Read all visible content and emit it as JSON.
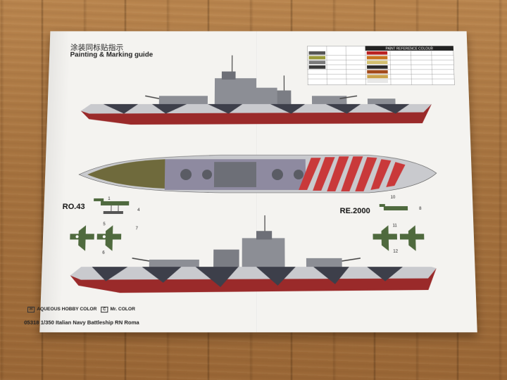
{
  "sheet": {
    "title_cn": "涂装同标贴指示",
    "title_en": "Painting & Marking guide",
    "plane_left": "RO.43",
    "plane_right": "RE.2000",
    "paint_table_header": "PAINT REFERENCE COLOUR",
    "legend_hobby": "AQUEOUS HOBBY COLOR",
    "legend_hobby_code": "H",
    "legend_mr": "Mr. COLOR",
    "legend_mr_code": "C",
    "kit_title": "05318 1/350 Italian Navy Battleship RN Roma",
    "callout_numbers": [
      "1",
      "4",
      "5",
      "6",
      "7",
      "8",
      "10",
      "11",
      "12"
    ]
  },
  "colors": {
    "hull_red": "#9a2a2a",
    "camo_dark": "#3d3f4a",
    "camo_light": "#c9cace",
    "deck_teak": "#6f6a3c",
    "aircraft_green": "#4f6a3e",
    "stripe_red": "#c9393a",
    "paper": "#f4f3f0"
  }
}
